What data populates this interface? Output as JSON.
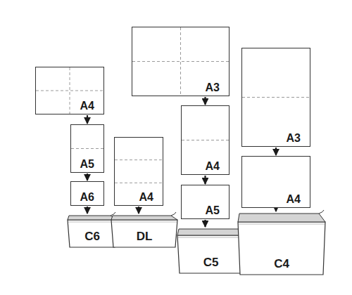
{
  "diagram": {
    "nodes": [
      {
        "text": [
          "A4"
        ]
      },
      {
        "text": [
          "A5"
        ]
      },
      {
        "text": [
          "A6"
        ]
      },
      {
        "text": [
          "C6"
        ]
      },
      {
        "text": [
          "A4"
        ]
      },
      {
        "text": [
          "DL"
        ]
      },
      {
        "text": [
          "A3"
        ]
      },
      {
        "text": [
          "A4"
        ]
      },
      {
        "text": [
          "A5"
        ]
      },
      {
        "text": [
          "C5"
        ]
      },
      {
        "text": [
          "A3"
        ]
      },
      {
        "text": [
          "A4"
        ]
      },
      {
        "text": [
          "C4"
        ]
      }
    ],
    "edges": [
      {
        "from": 0,
        "to": 1,
        "arrow": "to"
      },
      {
        "from": 1,
        "to": 2,
        "arrow": "to"
      },
      {
        "from": 2,
        "to": 3,
        "arrow": "to"
      },
      {
        "from": 4,
        "to": 5,
        "arrow": "to"
      },
      {
        "from": 6,
        "to": 7,
        "arrow": "to"
      },
      {
        "from": 7,
        "to": 8,
        "arrow": "to"
      },
      {
        "from": 8,
        "to": 9,
        "arrow": "to"
      },
      {
        "from": 10,
        "to": 11,
        "arrow": "to"
      },
      {
        "from": 11,
        "to": 12,
        "arrow": "to"
      }
    ]
  }
}
